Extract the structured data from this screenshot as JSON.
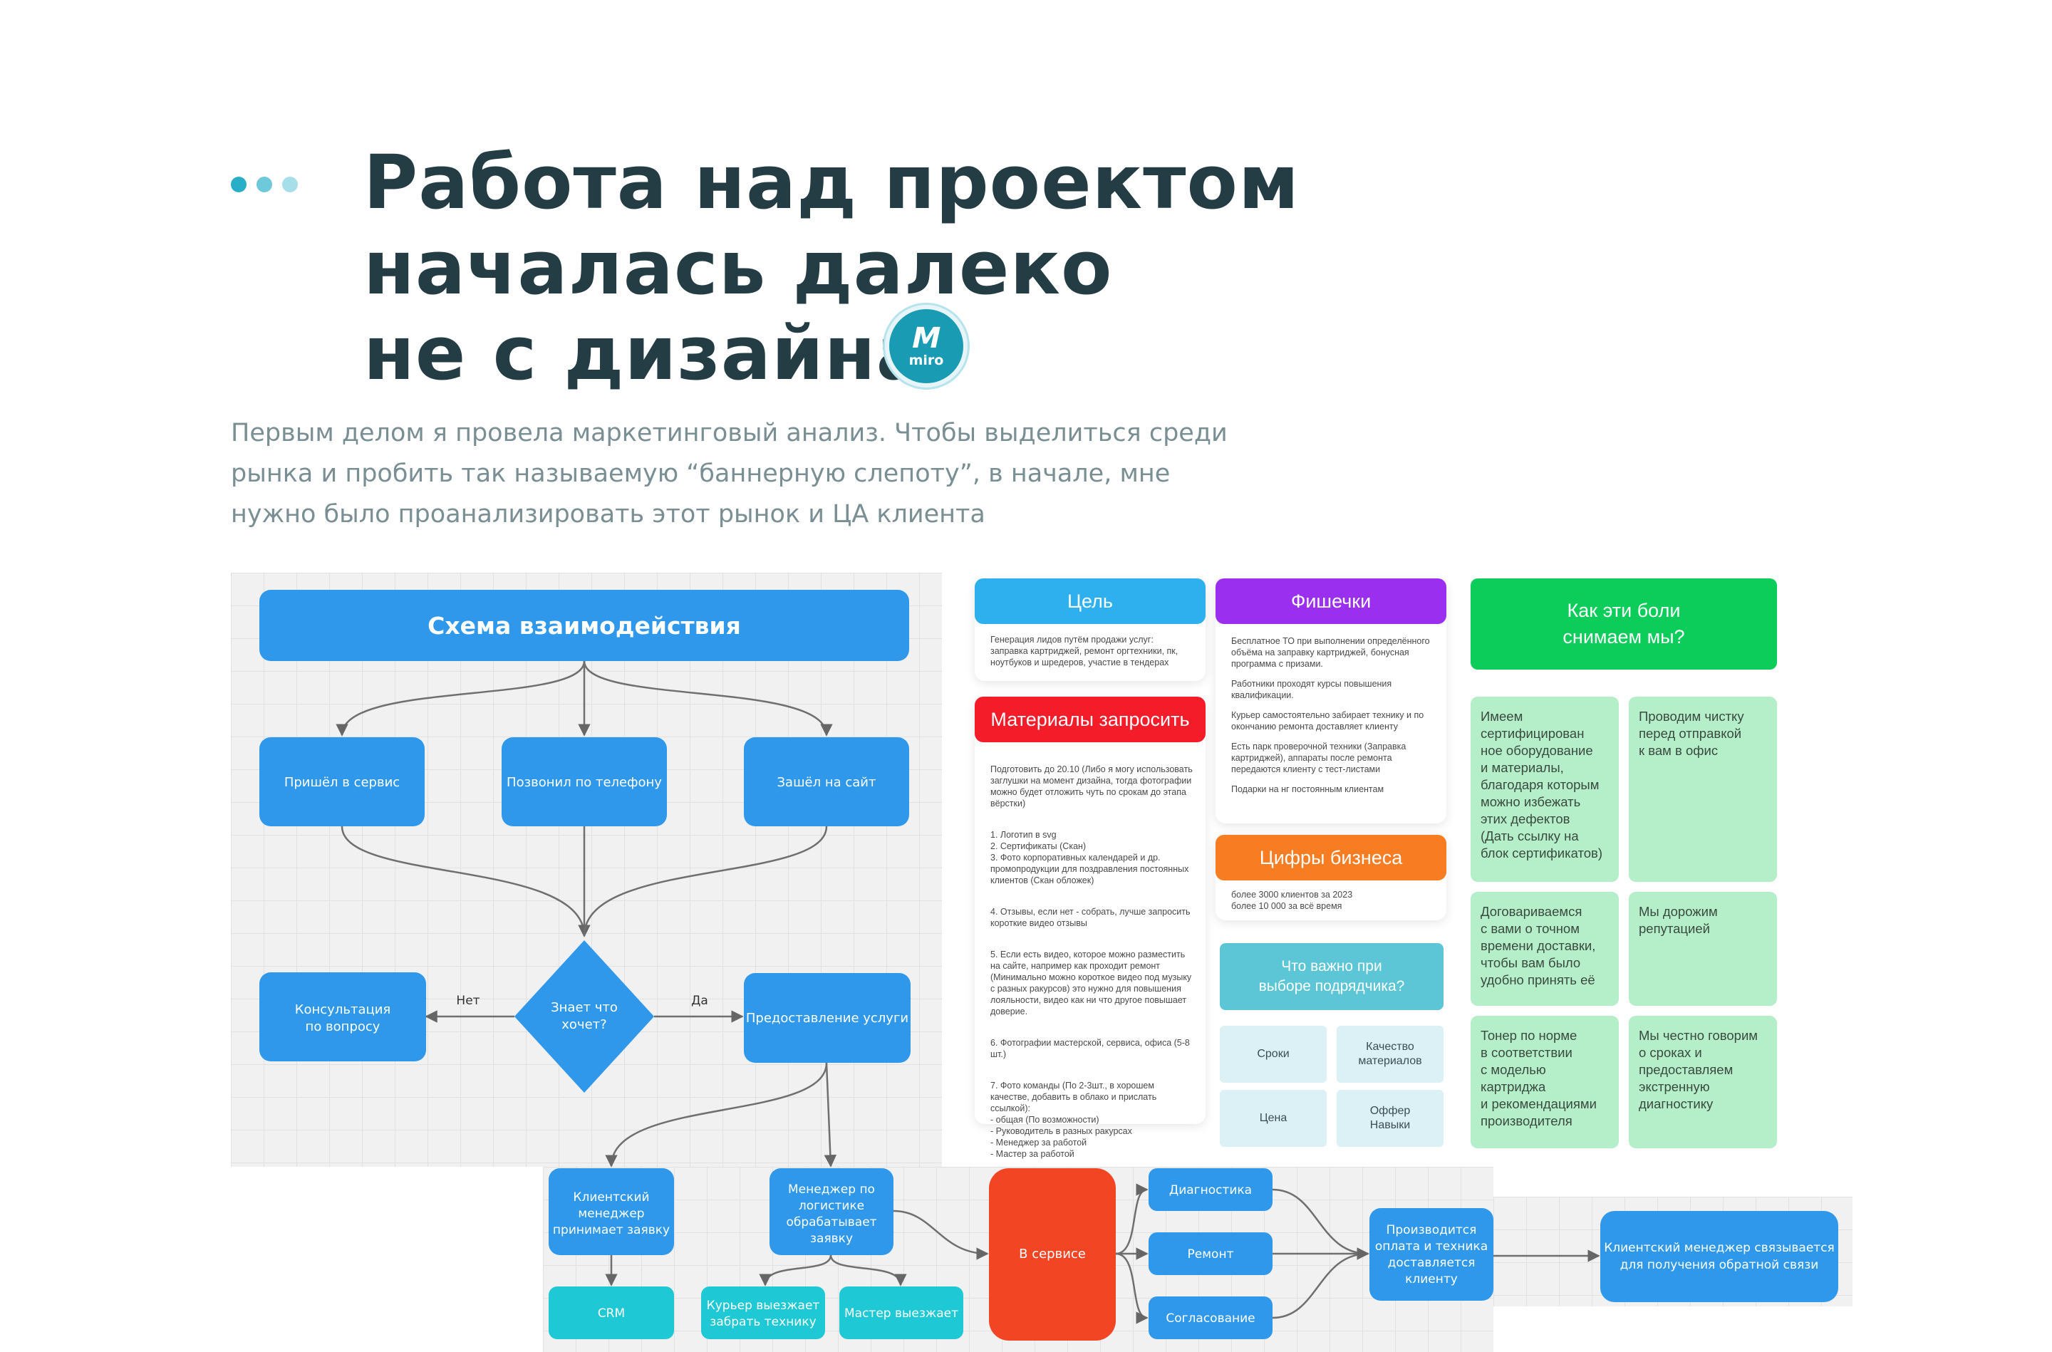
{
  "colors": {
    "title": "#243d45",
    "body_text": "#7a8f93",
    "dot_1": "#29aec8",
    "dot_2": "#6ec9db",
    "dot_3": "#a6dfe9",
    "flow_blue": "#2f98ea",
    "flow_teal": "#1ec8d4",
    "flow_red": "#f24524",
    "goal_head": "#2fb0ee",
    "features_head": "#9b2ff0",
    "materials_head": "#f51c2a",
    "numbers_head": "#f77c22",
    "green_head": "#0ccc5a",
    "sticky_green": "#b5efc9",
    "teal_head": "#5cc6d6",
    "sticky_blue": "#dbf1f5"
  },
  "header": {
    "title_lines": [
      "Работа над проектом",
      "началась далеко",
      "не с дизайна"
    ],
    "logo_text": "miro",
    "intro_lines": [
      "Первым делом я провела маркетинговый анализ. Чтобы выделиться среди",
      "рынка и пробить так называемую “баннерную слепоту”, в начале, мне",
      "нужно было проанализировать этот рынок и ЦА клиента"
    ]
  },
  "flow": {
    "title": "Схема взаимодействия",
    "source_service": "Пришёл в сервис",
    "source_phone": "Позвонил по телефону",
    "source_site": "Зашёл на сайт",
    "decision": [
      "Знает что",
      "хочет?"
    ],
    "label_no": "Нет",
    "label_yes": "Да",
    "consult": [
      "Консультация",
      "по вопросу"
    ],
    "provide": "Предоставление услуги",
    "client_manager": [
      "Клиентский",
      "менеджер",
      "принимает заявку"
    ],
    "logistics_manager": [
      "Менеджер по",
      "логистике",
      "обрабатывает",
      "заявку"
    ],
    "crm": "CRM",
    "courier": [
      "Курьер выезжает",
      "забрать технику"
    ],
    "master": "Мастер выезжает",
    "in_service": "В сервисе",
    "diagnostics": "Диагностика",
    "repair": "Ремонт",
    "approval": "Согласование",
    "payment": [
      "Производится",
      "оплата и техника",
      "доставляется",
      "клиенту"
    ],
    "feedback": [
      "Клиентский менеджер связывается",
      "для получения обратной связи"
    ]
  },
  "board": {
    "goal": {
      "title": "Цель",
      "text": "Генерация лидов путём продажи услуг: заправка картриджей, ремонт оргтехники, пк, ноутбуков и шредеров, участие в тендерах"
    },
    "features": {
      "title": "Фишечки",
      "paragraphs": [
        "Бесплатное ТО при выполнении определённого объёма на заправку картриджей, бонусная программа с призами.",
        "Работники проходят курсы повышения квалификации.",
        "Курьер самостоятельно забирает технику и по окончанию ремонта доставляет клиенту",
        "Есть парк проверочной техники (Заправка картриджей), аппараты после ремонта передаются клиенту с тест-листами",
        "Подарки на нг постоянным клиентам"
      ]
    },
    "materials": {
      "title": "Материалы запросить",
      "paragraphs": [
        "Подготовить до 20.10 (Либо я могу использовать заглушки на момент дизайна, тогда фотографии можно будет отложить чуть по срокам до этапа вёрстки)",
        "1. Логотип в svg\n2. Сертификаты (Скан)\n3. Фото корпоративных календарей и др. промопродукции для поздравления постоянных клиентов (Скан обложек)",
        "4. Отзывы, если нет - собрать, лучше запросить короткие видео отзывы",
        "5. Если есть видео, которое можно разместить на сайте, например как проходит ремонт (Минимально можно короткое видео под музыку с разных ракурсов) это нужно для повышения лояльности, видео как ни что другое повышает доверие.",
        "6. Фотографии мастерской, сервиса, офиса (5-8 шт.)",
        "7. Фото команды (По 2-3шт., в хорошем качестве, добавить в облако и прислать ссылкой):\n- общая  (По возможности)\n- Руководитель в разных ракурсах\n- Менеджер за работой\n- Мастер за работой"
      ]
    },
    "numbers": {
      "title": "Цифры бизнеса",
      "text": "более 3000 клиентов за 2023\nболее 10 000 за всё время"
    },
    "pains_title": [
      "Как эти боли",
      "снимаем мы?"
    ],
    "stickies": [
      "Имеем\nсертифицирован\nное оборудование\nи материалы,\nблагодаря которым\nможно избежать\nэтих дефектов\n(Дать ссылку на\nблок сертификатов)",
      "Проводим чистку\nперед отправкой\nк вам в офис",
      "Договариваемся\nс вами о точном\nвремени доставки,\nчтобы вам было\nудобно принять её",
      "Мы дорожим\nрепутацией",
      "Тонер по норме\nв соответствии\nс моделью\nкартриджа\nи рекомендациями\nпроизводителя",
      "Мы честно говорим\nо сроках и\nпредоставляем\nэкстренную\nдиагностику"
    ],
    "contractor_title": [
      "Что важно при",
      "выборе подрядчика?"
    ],
    "contractor_items": [
      "Сроки",
      "Качество\nматериалов",
      "Цена",
      "Оффер\nНавыки"
    ]
  }
}
